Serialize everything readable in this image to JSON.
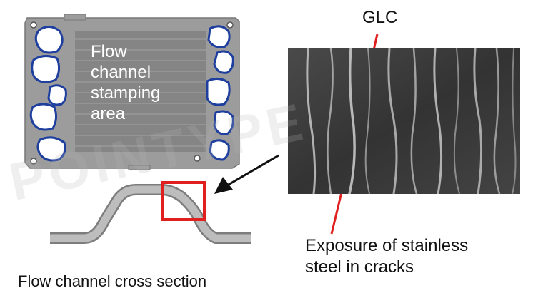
{
  "labels": {
    "plate_area": "Flow\nchannel\nstamping\narea",
    "glc": "GLC",
    "crack": "Exposure of stainless\nsteel in cracks",
    "cross_section": "Flow channel cross section"
  },
  "colors": {
    "plate_gray": "#9a9a9a",
    "hole_outline": "#1f3f9f",
    "highlight": "#e0201f",
    "pointer": "#111111",
    "sem_background": "#3e3e3e"
  },
  "watermark": "POINTYPE"
}
